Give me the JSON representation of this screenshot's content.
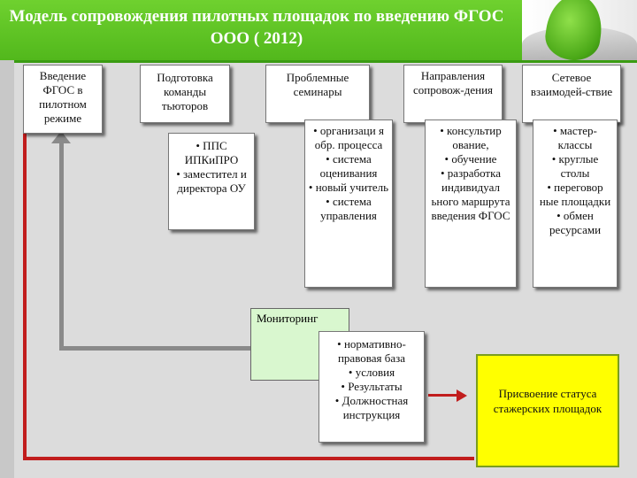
{
  "title": "Модель сопровождения пилотных площадок по введению ФГОС ООО ( 2012)",
  "colors": {
    "header": "#5cc221",
    "red_line": "#c11d1d",
    "grey_line": "#8a8a8a",
    "yellow": "#ffff00",
    "mint": "#d9f7cf"
  },
  "top_boxes": [
    {
      "label": "Введение ФГОС в пилотном режиме"
    },
    {
      "label": "Подготовка команды тьюторов"
    },
    {
      "label": "Проблемные семинары"
    },
    {
      "label": "Направления сопровож-дения"
    },
    {
      "label": "Сетевое взаимодей-ствие"
    }
  ],
  "detail_boxes": {
    "tutors": [
      "• ППС ИПКиПРО",
      "• заместител и директора ОУ"
    ],
    "seminars": [
      "• организаци я обр. процесса",
      "• система оценивания",
      "• новый учитель",
      "• система управления"
    ],
    "directions": [
      "• консультир ование,",
      "• обучение",
      "• разработка индивидуал ьного маршрута введения ФГОС"
    ],
    "network": [
      "• мастер-классы",
      "• круглые столы",
      "• переговор ные площадки",
      "• обмен ресурсами"
    ]
  },
  "monitoring": {
    "title": "Мониторинг",
    "items": [
      "• нормативно-правовая база",
      "• условия",
      "• Результаты",
      "• Должностная инструкция"
    ]
  },
  "status_box": "Присвоение статуса стажерских площадок"
}
